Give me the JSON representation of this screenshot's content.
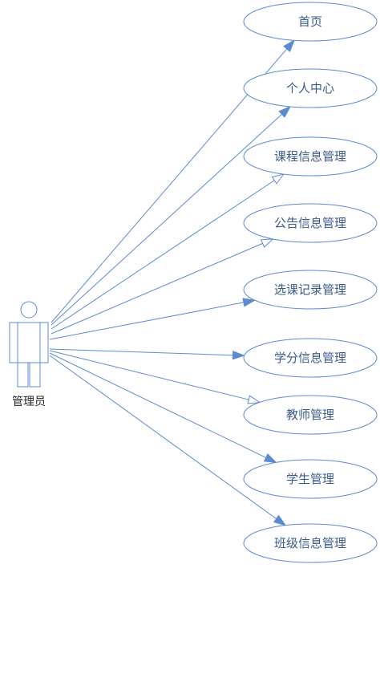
{
  "actor": {
    "label": "管理员"
  },
  "use_cases": [
    {
      "label": "首页",
      "arrow": "filled"
    },
    {
      "label": "个人中心",
      "arrow": "filled"
    },
    {
      "label": "课程信息管理",
      "arrow": "open"
    },
    {
      "label": "公告信息管理",
      "arrow": "open"
    },
    {
      "label": "选课记录管理",
      "arrow": "filled"
    },
    {
      "label": "学分信息管理",
      "arrow": "filled"
    },
    {
      "label": "教师管理",
      "arrow": "open"
    },
    {
      "label": "学生管理",
      "arrow": "filled"
    },
    {
      "label": "班级信息管理",
      "arrow": "filled"
    }
  ],
  "colors": {
    "stroke": "#5b8bd0",
    "text": "#3a5a8c",
    "fill": "#ffffff"
  }
}
